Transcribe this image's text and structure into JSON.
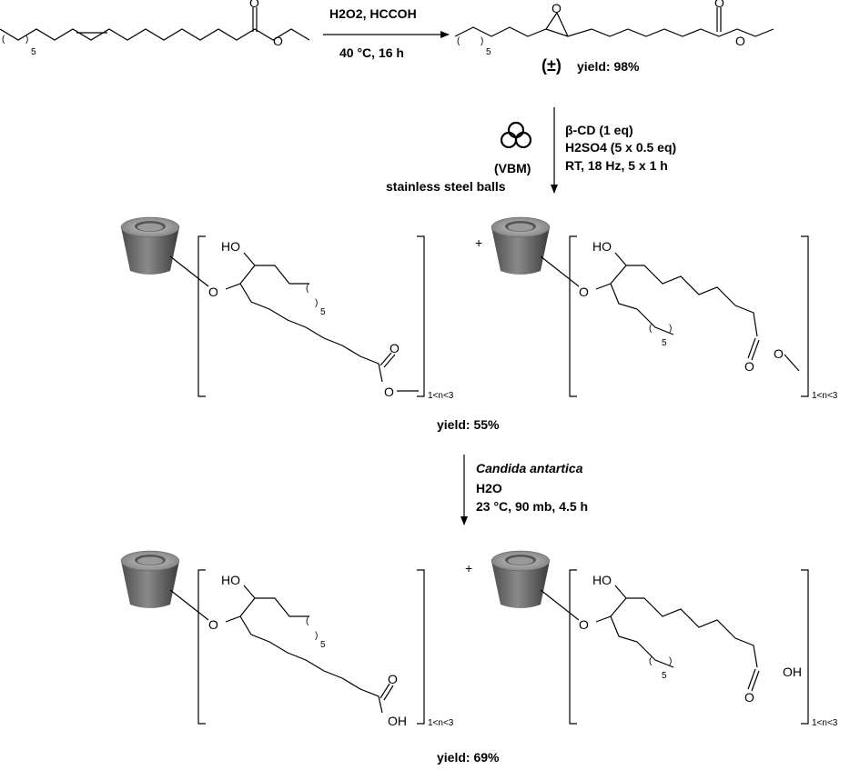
{
  "step1": {
    "reagents": [
      "H2O2, HCCOH"
    ],
    "conditions": "40 °C, 16 h",
    "stereo_mark": "(±)",
    "yield": "yield: 98%"
  },
  "step2": {
    "reagents": [
      "β-CD (1 eq)",
      "H2SO4 (5 x 0.5 eq)",
      "RT, 18 Hz, 5 x 1 h"
    ],
    "mill_label": "(VBM)",
    "media_label": "stainless steel balls",
    "yield": "yield: 55%"
  },
  "step3": {
    "reagents": [
      "Candida antartica",
      "H2O",
      "23 °C, 90 mb, 4.5 h"
    ],
    "yield": "yield: 69%"
  },
  "atoms": {
    "ho": "HO",
    "o": "O",
    "oh": "OH",
    "chain_count": "5",
    "bracket_index": "1<n<3",
    "plus": "+"
  }
}
